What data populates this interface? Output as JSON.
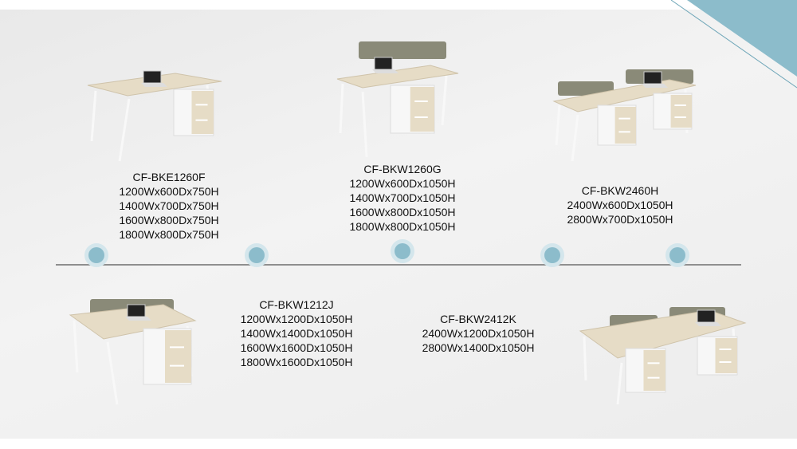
{
  "products": [
    {
      "model": "CF-BKE1260F",
      "sizes": [
        "1200Wx600Dx750H",
        "1400Wx700Dx750H",
        "1600Wx800Dx750H",
        "1800Wx800Dx750H"
      ]
    },
    {
      "model": "CF-BKW1260G",
      "sizes": [
        "1200Wx600Dx1050H",
        "1400Wx700Dx1050H",
        "1600Wx800Dx1050H",
        "1800Wx800Dx1050H"
      ]
    },
    {
      "model": "CF-BKW2460H",
      "sizes": [
        "2400Wx600Dx1050H",
        "2800Wx700Dx1050H"
      ]
    },
    {
      "model": "CF-BKW1212J",
      "sizes": [
        "1200Wx1200Dx1050H",
        "1400Wx1400Dx1050H",
        "1600Wx1600Dx1050H",
        "1800Wx1600Dx1050H"
      ]
    },
    {
      "model": "CF-BKW2412K",
      "sizes": [
        "2400Wx1200Dx1050H",
        "2800Wx1400Dx1050H"
      ]
    }
  ],
  "colors": {
    "accent": "#8cbccb",
    "accent_light": "#d4e6ec",
    "wood": "#e6dcc6",
    "screen": "#8a8a78"
  }
}
